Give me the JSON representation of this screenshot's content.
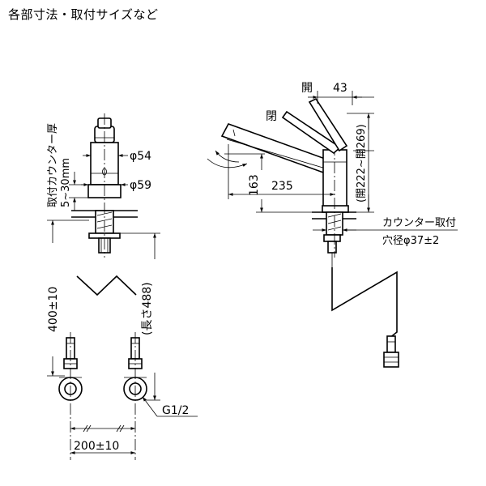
{
  "title": "各部寸法・取付サイズなど",
  "front_view": {
    "counter_thickness_label": "取付カウンター厚",
    "counter_thickness_value": "5~30mm",
    "diameter_upper": "φ54",
    "diameter_lower": "φ59",
    "hose_length_label": "400±10",
    "total_length_label": "(長さ488)",
    "thread_label": "G1/2",
    "spacing_label": "200±10"
  },
  "side_view": {
    "open_label_top": "開",
    "open_label_side": "閉",
    "handle_offset": "43",
    "spout_height": "163",
    "spout_reach": "235",
    "open_height_label": "(開222~開269)",
    "hole_label_line1": "カウンター取付",
    "hole_label_line2": "穴径φ37±2"
  }
}
